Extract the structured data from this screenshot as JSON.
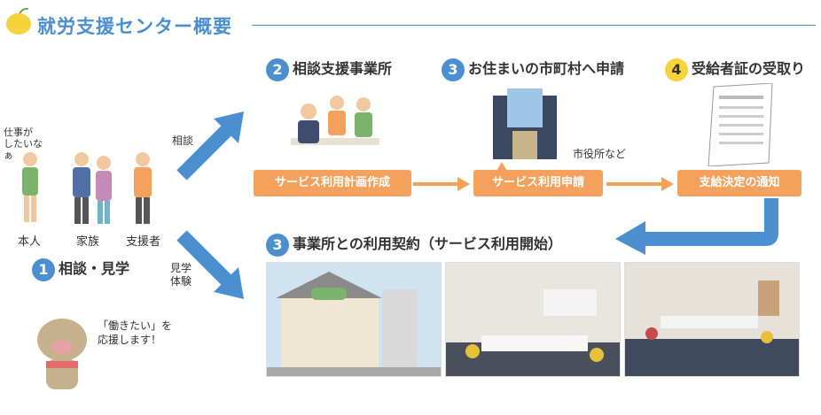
{
  "title": "就労支援センター概要",
  "people": {
    "thought": "仕事が\nしたいなぁ",
    "self": "本人",
    "family": "家族",
    "supporter": "支援者"
  },
  "step1": {
    "number": "1",
    "label": "相談・見学"
  },
  "arrows": {
    "consult": "相談",
    "tour": "見学\n体験"
  },
  "step2": {
    "number": "2",
    "heading": "相談支援事業所",
    "box": "サービス利用計画作成"
  },
  "step3a": {
    "number": "3",
    "heading": "お住まいの市町村へ申請",
    "box": "サービス利用申請",
    "note": "市役所など"
  },
  "step4": {
    "number": "4",
    "heading": "受給者証の受取り",
    "box": "支給決定の通知"
  },
  "step3b": {
    "number": "3",
    "heading": "事業所との利用契約（サービス利用開始）"
  },
  "mascot_text": "「働きたい」を\n応援します！",
  "colors": {
    "blue": "#4b8fd0",
    "orange": "#f3a15c",
    "yellow": "#f6d33a"
  }
}
